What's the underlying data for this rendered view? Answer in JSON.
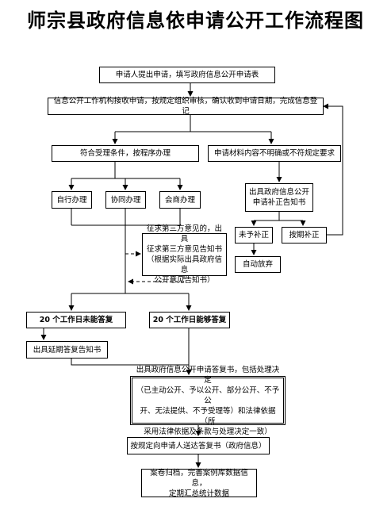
{
  "title": "师宗县政府信息依申请公开工作流程图",
  "steps": {
    "apply": "申请人提出申请，填写政府信息公开申请表",
    "receive": "信息公开工作机构接收申请，按规定组织审核，确认收到申请日期，完成信息登记",
    "accept": "符合受理条件，按程序办理",
    "unclear": "申请材料内容不明确或不符规定要求",
    "self": "自行办理",
    "cooperate": "协同办理",
    "consult": "会商办理",
    "supplement_notice_1": "出具政府信息公开",
    "supplement_notice_2": "申请补正告知书",
    "no_supplement": "未予补正",
    "supplement_ontime": "按期补正",
    "auto_abandon": "自动放弃",
    "third_party_1": "征求第三方意见的，出具",
    "third_party_2": "征求第三方意见告知书",
    "third_party_3": "（根据实际出具政府信息",
    "third_party_4": "公开意见告知书）",
    "not_in_20": "20 个工作日未能答复",
    "in_20": "20 个工作日能够答复",
    "extension": "出具延期答复告知书",
    "reply_1": "出具政府信息公开申请答复书，包括处理决定",
    "reply_2": "（已主动公开、予以公开、部分公开、不予公",
    "reply_3": "开、无法提供、不予受理等）和法律依据（所",
    "reply_4": "采用法律依据及条款与处理决定一致）",
    "deliver": "按规定向申请人送达答复书（政府信息）",
    "archive_1": "案卷归档，完善案例库数据信息，",
    "archive_2": "定期汇总统计数据"
  }
}
